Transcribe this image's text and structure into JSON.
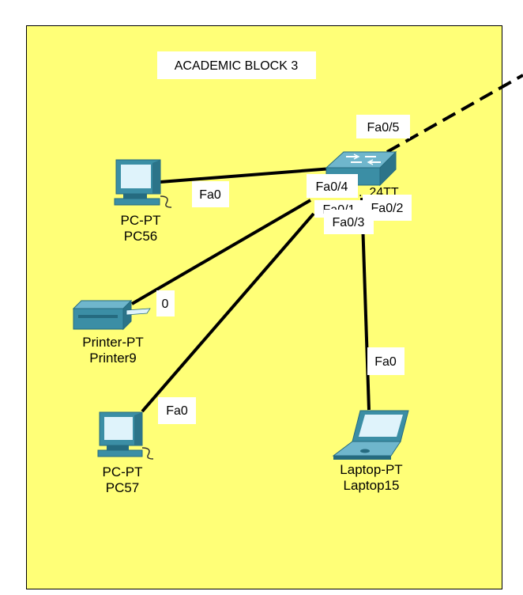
{
  "area": {
    "title": "ACADEMIC BLOCK 3",
    "background": "#ffff77",
    "border": "#000000"
  },
  "devices": {
    "switch": {
      "type_label": "...24TT",
      "icon": "switch-icon"
    },
    "pc56": {
      "type_label": "PC-PT",
      "name": "PC56",
      "icon": "desktop-pc-icon"
    },
    "printer9": {
      "type_label": "Printer-PT",
      "name": "Printer9",
      "icon": "printer-icon"
    },
    "pc57": {
      "type_label": "PC-PT",
      "name": "PC57",
      "icon": "desktop-pc-icon"
    },
    "laptop15": {
      "type_label": "Laptop-PT",
      "name": "Laptop15",
      "icon": "laptop-icon"
    }
  },
  "ports": {
    "sw_uplink": "Fa0/5",
    "pc56_nic": "Fa0",
    "sw_to_pc56": "Fa0/4",
    "sw_to_printer": "Fa0/1",
    "sw_to_pc57": "Fa0/3",
    "sw_to_laptop": "Fa0/2",
    "printer_nic": "0",
    "pc57_nic": "Fa0",
    "laptop_nic": "Fa0"
  },
  "colors": {
    "link": "#000000",
    "device_body": "#3b8ea5",
    "device_dark": "#256b80",
    "screen": "#dff3fb"
  }
}
